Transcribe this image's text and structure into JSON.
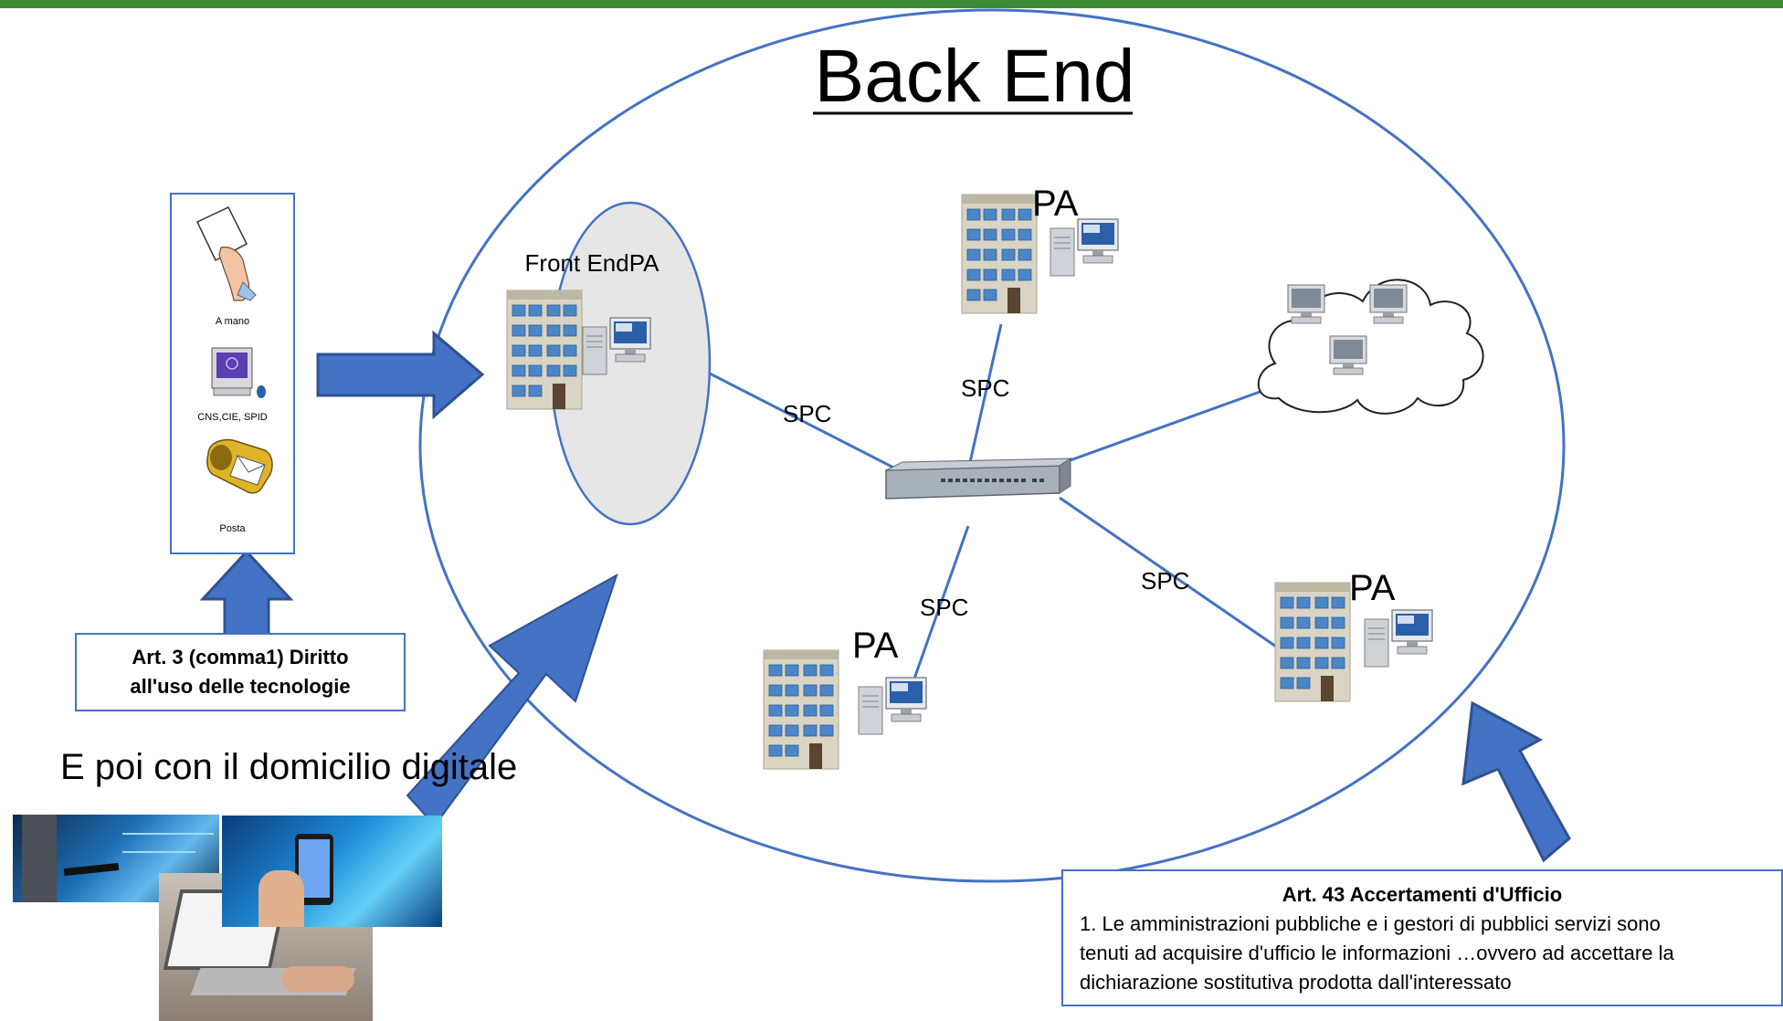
{
  "title": "Back End",
  "front_end_label": "Front EndPA",
  "pa_label": "PA",
  "spc_label": "SPC",
  "channels": [
    {
      "label": "A mano",
      "icon": "hand-document-icon"
    },
    {
      "label": "CNS,CIE, SPID",
      "icon": "computer-icon"
    },
    {
      "label": "Posta",
      "icon": "mailbox-icon"
    }
  ],
  "art3": {
    "line1": "Art. 3 (comma1) Diritto",
    "line2": "all'uso delle tecnologie"
  },
  "domicilio_text": "E poi con il domicilio digitale",
  "art43": {
    "title": "Art. 43 Accertamenti d'Ufficio",
    "body": "1. Le amministrazioni pubbliche e i gestori di pubblici servizi sono\ntenuti ad acquisire d'ufficio le informazioni  …ovvero ad accettare la\ndichiarazione sostitutiva prodotta dall'interessato"
  },
  "colors": {
    "accent_green": "#3f8a35",
    "ellipse_blue": "#4472c4",
    "arrow_blue": "#4472c4",
    "front_end_fill": "#e6e6e6"
  }
}
